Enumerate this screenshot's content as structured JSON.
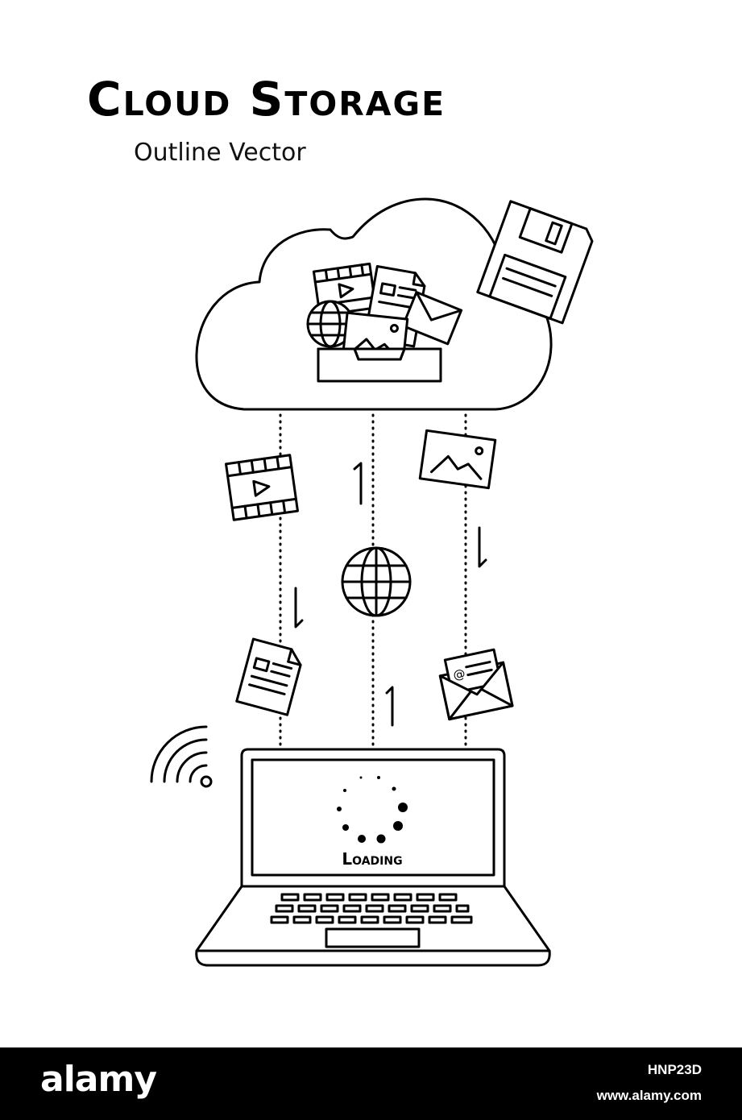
{
  "header": {
    "title": "Cloud Storage",
    "subtitle": "Outline Vector"
  },
  "laptop": {
    "screen_text": "Loading"
  },
  "icons": [
    "cloud-icon",
    "floppy-disk-icon",
    "video-file-icon",
    "document-icon",
    "envelope-icon",
    "globe-icon",
    "photo-icon",
    "inbox-tray-icon",
    "wifi-icon",
    "laptop-icon",
    "loading-spinner-icon",
    "email-icon"
  ],
  "footer": {
    "brand": "alamy",
    "image_id": "HNP23D",
    "site": "www.alamy.com"
  }
}
